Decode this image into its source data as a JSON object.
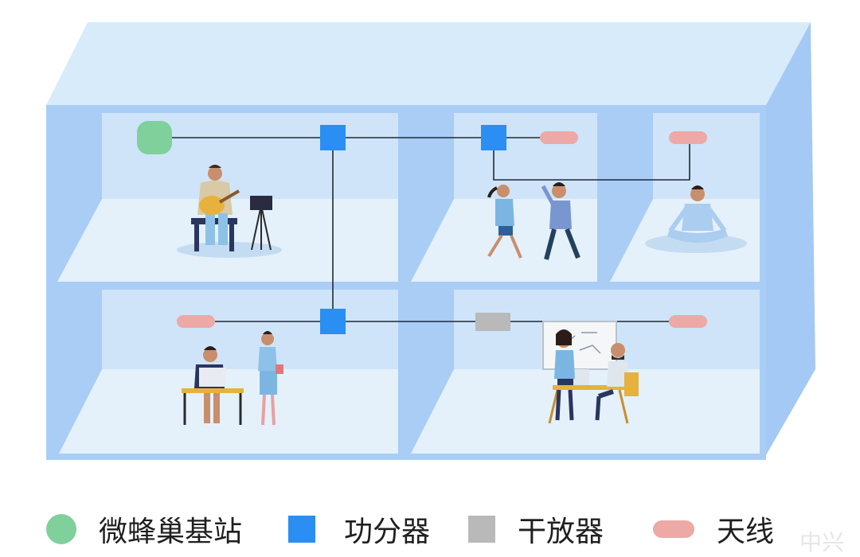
{
  "legend": {
    "base_station": {
      "label": "微蜂巢基站",
      "icon": "green-rounded-square",
      "color": "#7fd09b"
    },
    "splitter": {
      "label": "功分器",
      "icon": "blue-square",
      "color": "#2b8ef2"
    },
    "amplifier": {
      "label": "干放器",
      "icon": "gray-rectangle",
      "color": "#b9b9b9"
    },
    "antenna": {
      "label": "天线",
      "icon": "pink-pill",
      "color": "#eca9a6"
    }
  },
  "watermark": "中兴",
  "colors": {
    "wall": "#a9cdf5",
    "roof": "#d8ebfa",
    "floor": "#e2f0fb",
    "line": "#1e2a38"
  }
}
